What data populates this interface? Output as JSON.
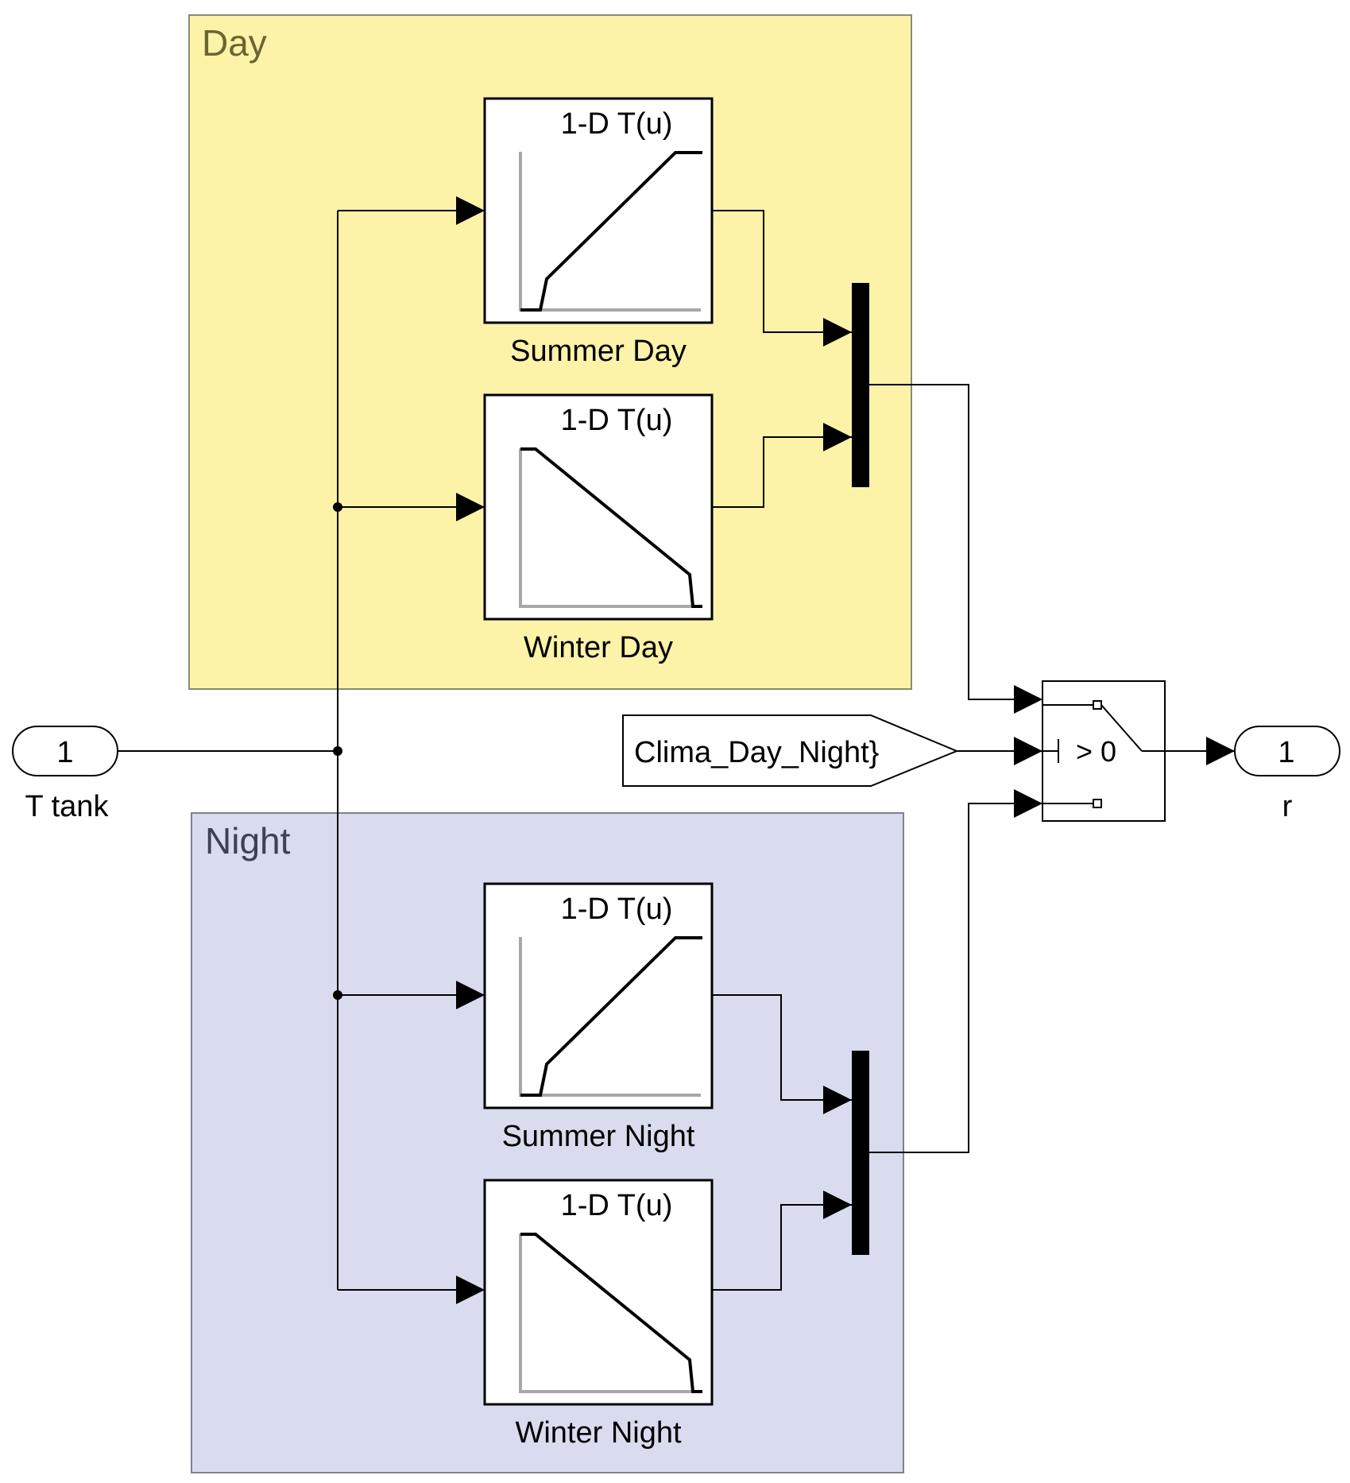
{
  "areas": {
    "day": {
      "title": "Day",
      "fill": "#FCF2A8",
      "title_color": "#6B6530"
    },
    "night": {
      "title": "Night",
      "fill": "#D9DCEE",
      "title_color": "#3C4158"
    }
  },
  "lookup_tables": [
    {
      "id": "summer-day",
      "title": "1-D T(u)",
      "label": "Summer Day",
      "curve": "rising"
    },
    {
      "id": "winter-day",
      "title": "1-D T(u)",
      "label": "Winter Day",
      "curve": "falling"
    },
    {
      "id": "summer-night",
      "title": "1-D T(u)",
      "label": "Summer Night",
      "curve": "rising"
    },
    {
      "id": "winter-night",
      "title": "1-D T(u)",
      "label": "Winter Night",
      "curve": "falling"
    }
  ],
  "inport": {
    "number": "1",
    "name": "T tank"
  },
  "outport": {
    "number": "1",
    "name": "r"
  },
  "from_block": {
    "text": "Clima_Day_Night}"
  },
  "switch": {
    "criteria": "> 0"
  },
  "colors": {
    "line": "#000000",
    "axis": "#A8A8A8"
  }
}
